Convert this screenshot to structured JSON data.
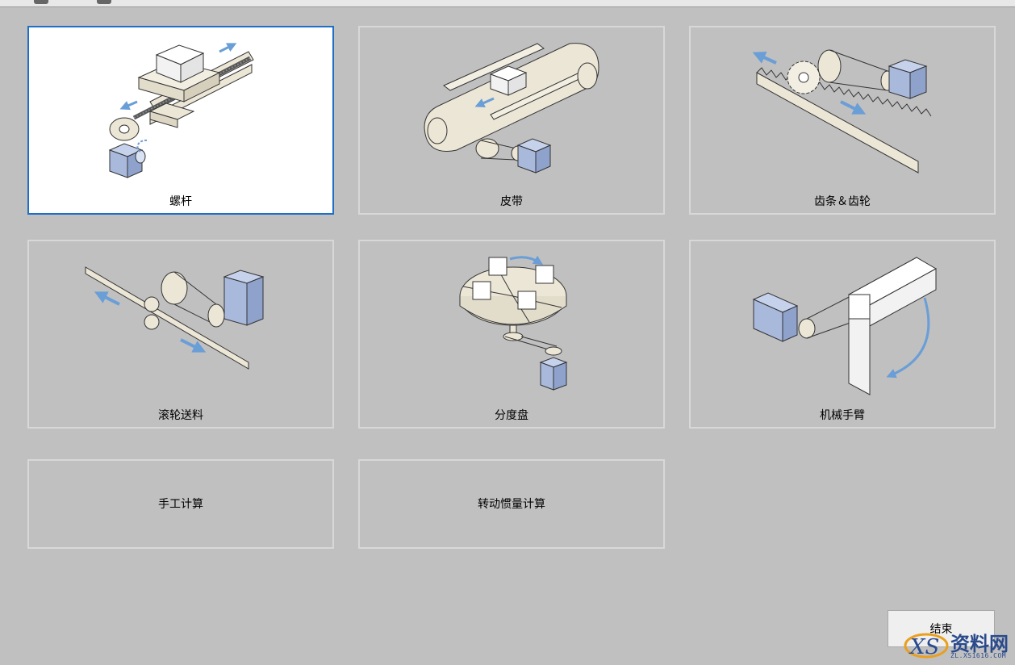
{
  "cards": [
    {
      "id": "lead-screw",
      "label": "螺杆",
      "selected": true
    },
    {
      "id": "belt",
      "label": "皮带",
      "selected": false
    },
    {
      "id": "rack-pinion",
      "label": "齿条＆齿轮",
      "selected": false
    },
    {
      "id": "roller-feed",
      "label": "滚轮送料",
      "selected": false
    },
    {
      "id": "index-table",
      "label": "分度盘",
      "selected": false
    },
    {
      "id": "robot-arm",
      "label": "机械手臂",
      "selected": false
    },
    {
      "id": "manual-calc",
      "label": "手工计算",
      "selected": false
    },
    {
      "id": "inertia-calc",
      "label": "转动惯量计算",
      "selected": false
    }
  ],
  "end_button": {
    "label": "结束"
  },
  "watermark": {
    "text": "资料网",
    "url": "ZL.XS1616.COM"
  },
  "colors": {
    "accent": "#1f6fc6",
    "arrow": "#6a9ed6",
    "motor": "#a9b9dc",
    "part": "#ece6d6"
  }
}
